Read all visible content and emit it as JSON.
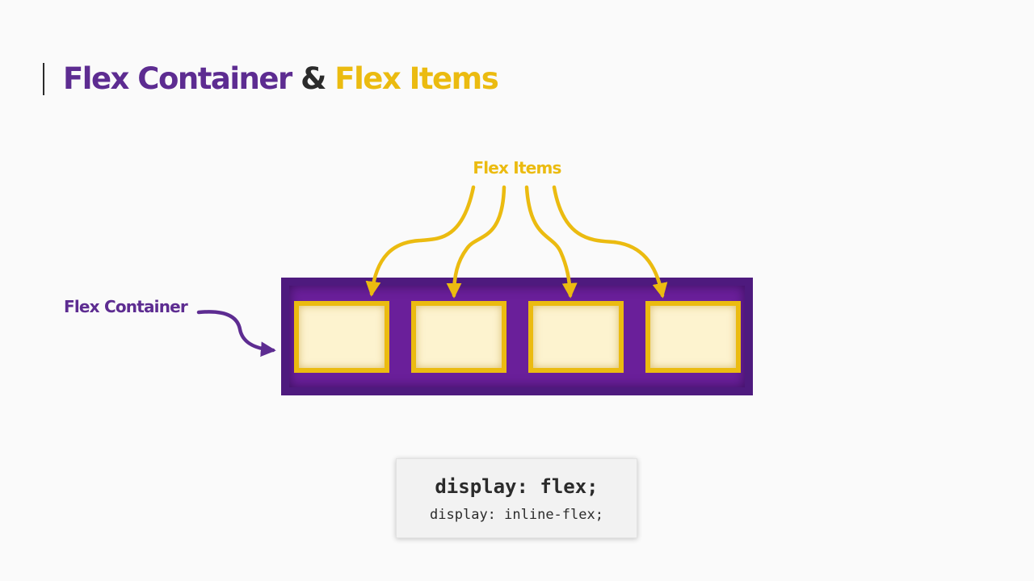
{
  "slide": {
    "title": {
      "part1": "Flex Container",
      "connector": "&",
      "part2": "Flex Items"
    },
    "labels": {
      "flex_items": "Flex Items",
      "flex_container": "Flex Container"
    },
    "code": {
      "primary": "display: flex;",
      "secondary": "display: inline-flex;"
    }
  },
  "colors": {
    "purple": "#5d2c91",
    "yellow": "#ebbb10",
    "container_fill": "#6a1f9a",
    "item_fill": "#fdf3cf",
    "text_dark": "#2b2b2b"
  },
  "diagram": {
    "item_count": 4
  }
}
